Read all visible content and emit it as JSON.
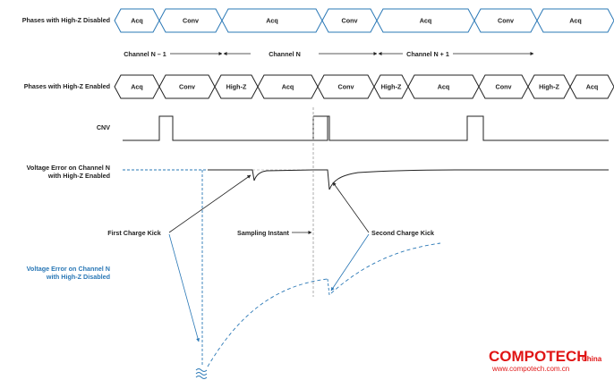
{
  "rows": {
    "disabled_phases": {
      "label": "Phases with High-Z Disabled",
      "color": "#2a78b6",
      "cells": [
        "Acq",
        "Conv",
        "Acq",
        "Conv",
        "Acq",
        "Conv",
        "Acq"
      ]
    },
    "enabled_phases": {
      "label": "Phases with High-Z Enabled",
      "color": "#222222",
      "cells": [
        "Acq",
        "Conv",
        "High-Z",
        "Acq",
        "Conv",
        "High-Z",
        "Acq",
        "Conv",
        "High-Z",
        "Acq"
      ]
    },
    "cnv": {
      "label": "CNV"
    },
    "error_enabled": {
      "label_line1": "Voltage Error on Channel N",
      "label_line2": "with High-Z Enabled"
    },
    "error_disabled": {
      "label_line1": "Voltage Error on Channel N",
      "label_line2": "with High-Z Disabled",
      "color": "#2a78b6"
    }
  },
  "channels": [
    "Channel N – 1",
    "Channel N",
    "Channel N + 1"
  ],
  "annotations": {
    "first_kick": "First Charge Kick",
    "sampling": "Sampling Instant",
    "second_kick": "Second Charge Kick"
  },
  "watermark": {
    "brand": "COMPOTECH",
    "brand_suffix": "China",
    "url": "www.compotech.com.cn",
    "color": "#e01515"
  }
}
